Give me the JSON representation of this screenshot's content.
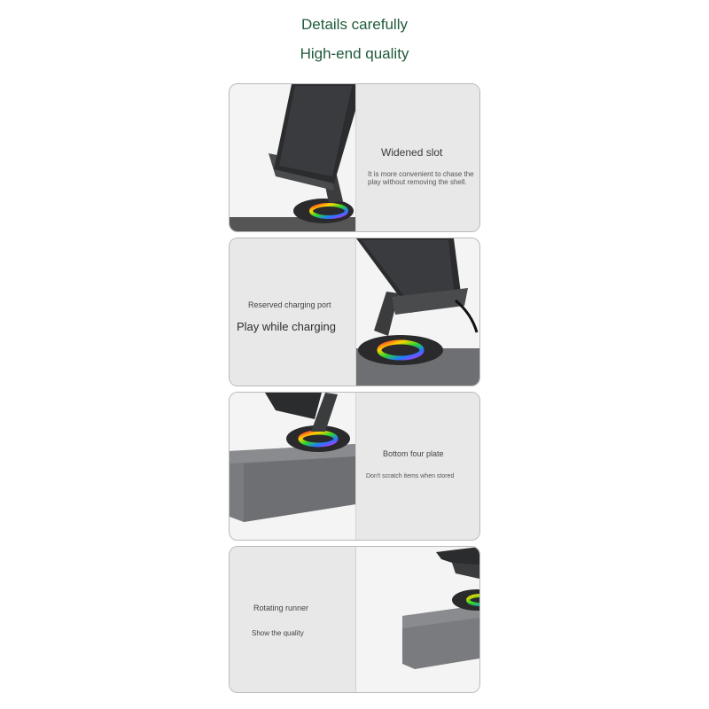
{
  "header": {
    "line1": "Details carefully",
    "line2": "High-end quality"
  },
  "panels": [
    {
      "title": "Widened slot",
      "description": "It is more convenient to chase the play without removing the shell.",
      "image": "phone-stand-slot-icon"
    },
    {
      "title": "Reserved charging port",
      "subtitle": "Play while charging",
      "image": "phone-stand-cable-icon"
    },
    {
      "title": "Bottom four plate",
      "description": "Don't scratch items when stored",
      "image": "phone-stand-base-icon"
    },
    {
      "title": "Rotating runner",
      "description": "Show the quality",
      "image": "phone-stand-rotating-icon"
    }
  ],
  "colors": {
    "heading": "#1f5a3a",
    "card_bg": "#ececec",
    "card_border": "#b9b9b9",
    "base_metal": "#6e6f72",
    "phone": "#2b2c2e"
  }
}
